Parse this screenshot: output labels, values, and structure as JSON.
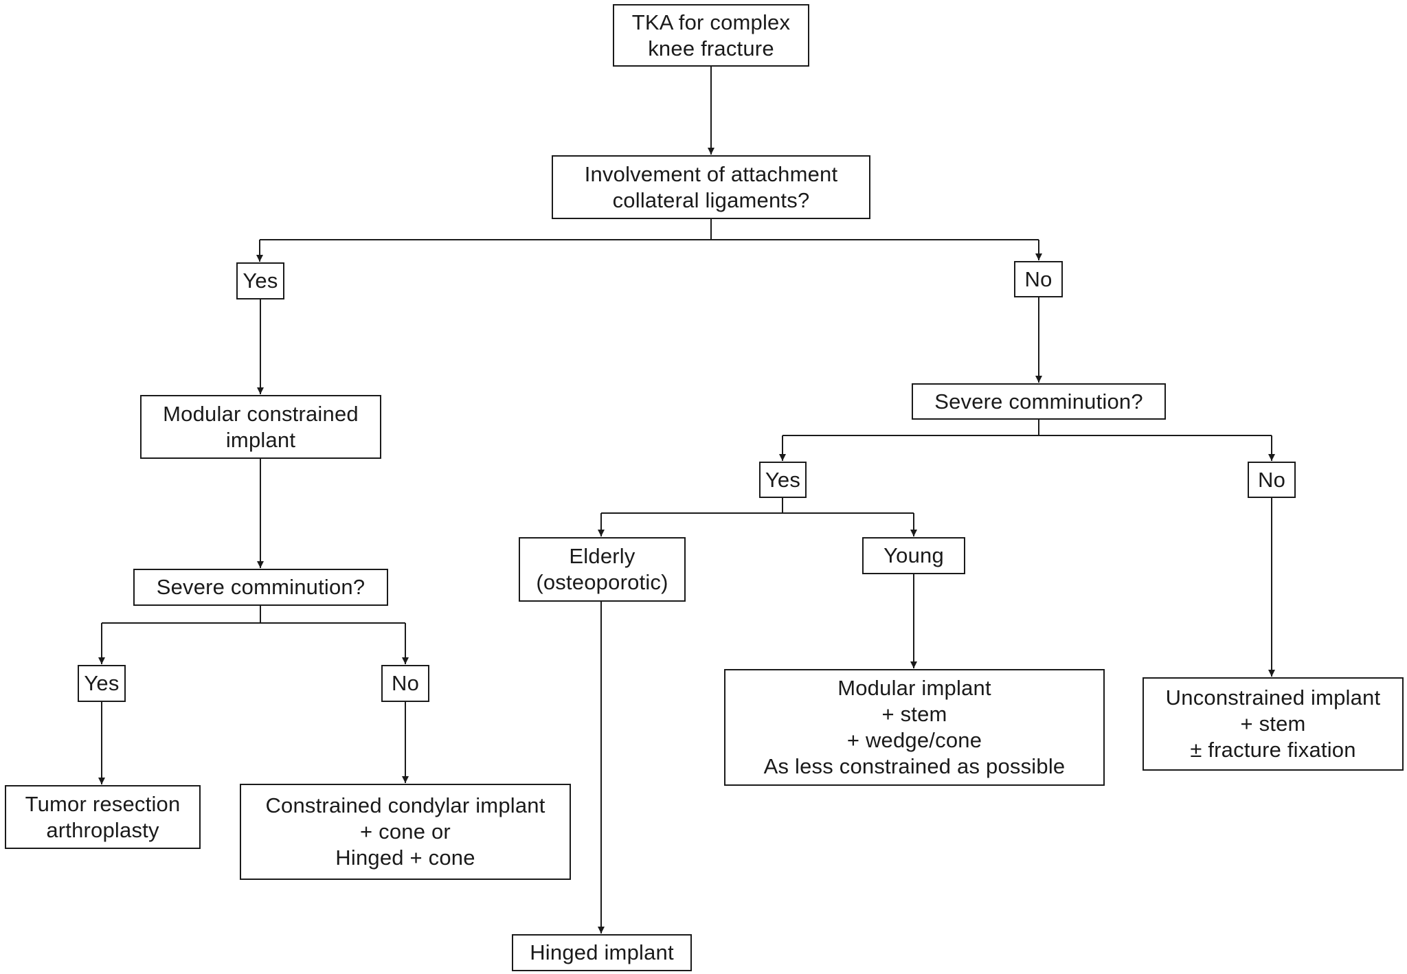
{
  "colors": {
    "line": "#1a1a1a",
    "box_border": "#1a1a1a",
    "text": "#1a1a1a",
    "background": "#ffffff"
  },
  "nodes": {
    "root": {
      "lines": [
        "TKA for complex",
        "knee fracture"
      ]
    },
    "q_ligaments": {
      "lines": [
        "Involvement of attachment",
        "collateral ligaments?"
      ]
    },
    "yes_left": {
      "lines": [
        "Yes"
      ]
    },
    "no_right": {
      "lines": [
        "No"
      ]
    },
    "modular_constrained": {
      "lines": [
        "Modular constrained",
        "implant"
      ]
    },
    "q_comminution_left": {
      "lines": [
        "Severe comminution?"
      ]
    },
    "yes_left_2": {
      "lines": [
        "Yes"
      ]
    },
    "no_left_2": {
      "lines": [
        "No"
      ]
    },
    "tumor_resection": {
      "lines": [
        "Tumor resection",
        "arthroplasty"
      ]
    },
    "constrained_condylar": {
      "lines": [
        "Constrained condylar implant",
        "+ cone or",
        "Hinged + cone"
      ]
    },
    "q_comminution_right": {
      "lines": [
        "Severe comminution?"
      ]
    },
    "yes_right_2": {
      "lines": [
        "Yes"
      ]
    },
    "no_right_2": {
      "lines": [
        "No"
      ]
    },
    "elderly": {
      "lines": [
        "Elderly",
        "(osteoporotic)"
      ]
    },
    "young": {
      "lines": [
        "Young"
      ]
    },
    "hinged": {
      "lines": [
        "Hinged implant"
      ]
    },
    "modular_implant": {
      "lines": [
        "Modular implant",
        "+ stem",
        "+ wedge/cone",
        "As less constrained as possible"
      ]
    },
    "unconstrained": {
      "lines": [
        "Unconstrained implant",
        "+ stem",
        "± fracture fixation"
      ]
    }
  }
}
